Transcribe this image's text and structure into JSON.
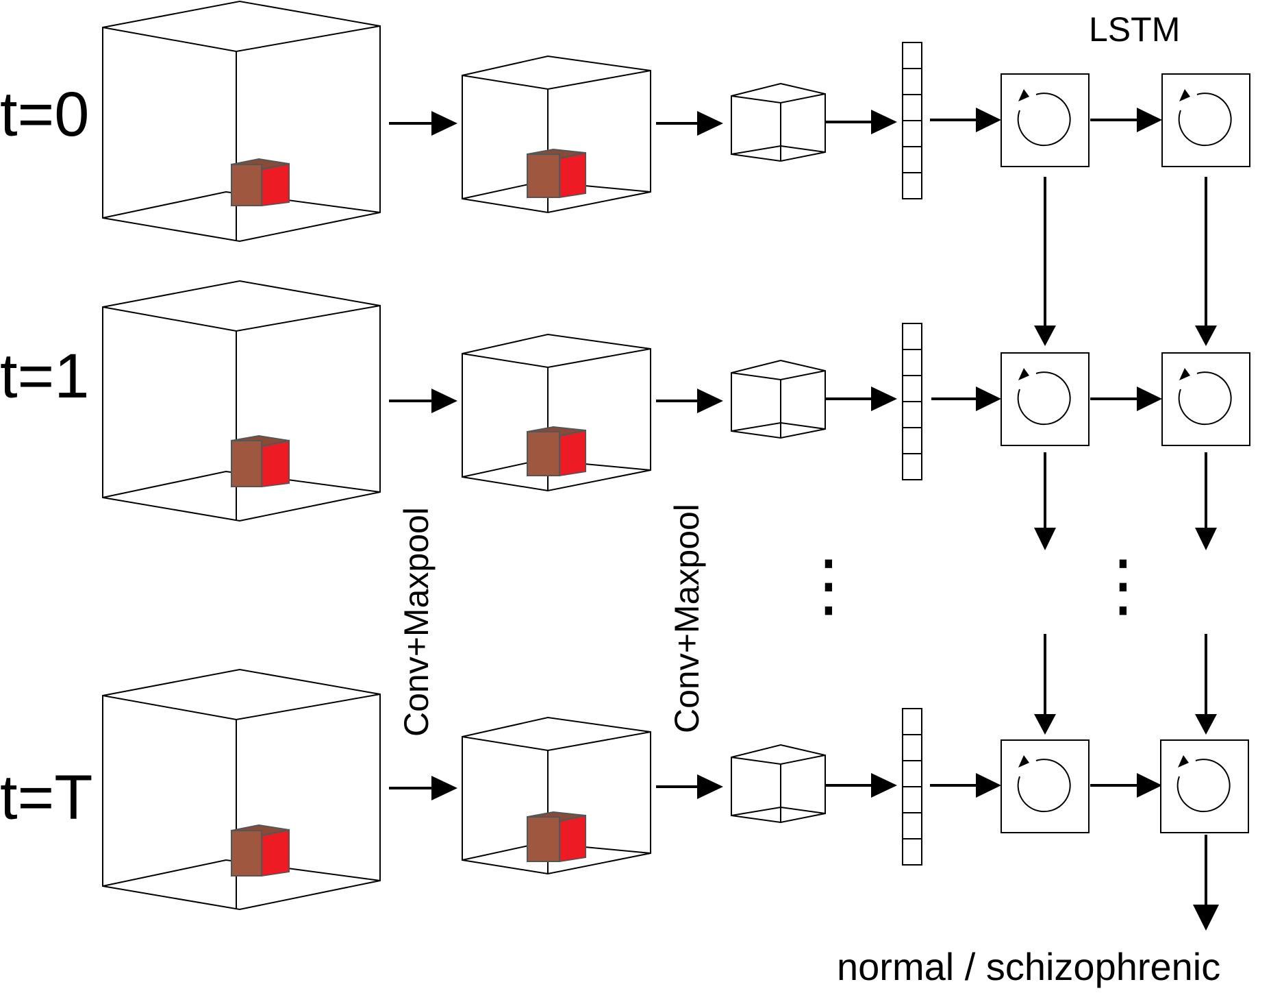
{
  "rows": [
    {
      "time_label": "t=0"
    },
    {
      "time_label": "t=1"
    },
    {
      "time_label": "t=T"
    }
  ],
  "stage_labels": [
    "Conv+Maxpool",
    "Conv+Maxpool"
  ],
  "lstm_label": "LSTM",
  "output_label": "normal / schizophrenic",
  "ellipsis_glyph": "⋮",
  "colors": {
    "cube_front": "#a0573f",
    "cube_side": "#ed1c24",
    "line": "#000000",
    "background": "#ffffff"
  },
  "icons": [
    "arrow-right-icon",
    "arrow-down-icon",
    "recurrent-loop-icon",
    "ellipsis-icon"
  ]
}
